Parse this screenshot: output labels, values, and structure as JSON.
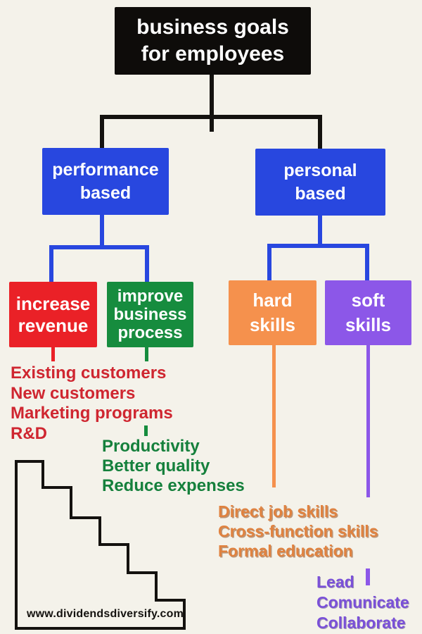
{
  "canvas": {
    "background": "#f4f2ea"
  },
  "title": {
    "label": "business goals\nfor employees",
    "bg": "#0e0c0a",
    "color": "#ffffff"
  },
  "branches": {
    "performance": {
      "label": "performance\nbased",
      "bg": "#2847df",
      "color": "#ffffff"
    },
    "personal": {
      "label": "personal\nbased",
      "bg": "#2847df",
      "color": "#ffffff"
    }
  },
  "goals": {
    "increase_revenue": {
      "label": "increase\nrevenue",
      "bg": "#ea2127",
      "color": "#ffffff"
    },
    "improve_process": {
      "label": "improve\nbusiness\nprocess",
      "bg": "#168c3e",
      "color": "#ffffff"
    },
    "hard_skills": {
      "label": "hard\nskills",
      "bg": "#f5914d",
      "color": "#ffffff"
    },
    "soft_skills": {
      "label": "soft\nskills",
      "bg": "#8c57e8",
      "color": "#ffffff"
    }
  },
  "details": {
    "revenue": {
      "color": "#cf2630",
      "items": [
        "Existing customers",
        "New customers",
        "Marketing programs",
        "R&D"
      ]
    },
    "process": {
      "color": "#15803c",
      "items": [
        "Productivity",
        "Better quality",
        "Reduce expenses"
      ]
    },
    "hard": {
      "color": "#e0823f",
      "items": [
        "Direct job skills",
        "Cross-function skills",
        "Formal education"
      ]
    },
    "soft": {
      "color": "#7a50d8",
      "items": [
        "Lead",
        "Comunicate",
        "Collaborate"
      ]
    }
  },
  "footer": {
    "website": "www.dividendsdiversify.com"
  }
}
